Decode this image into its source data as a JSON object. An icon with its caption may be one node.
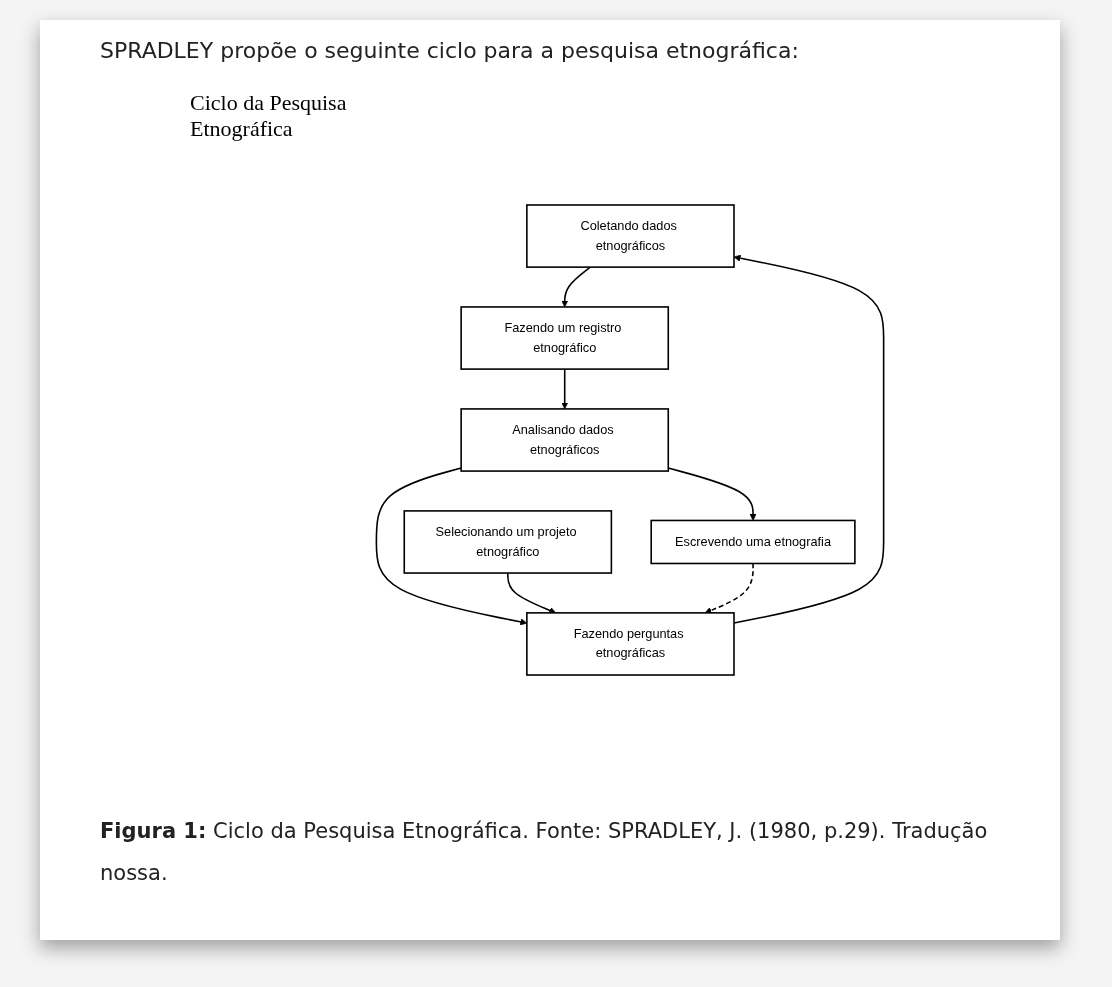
{
  "diagram": {
    "title": "SPRADLEY propõe o seguinte ciclo para a pesquisa etnográfica:",
    "caption": "**Figura 1:** Ciclo da Pesquisa Etnográfica. Fonte: SPRADLEY, J. (1980, p.29). Tradução nossa.",
    "nodes": [
      {
        "text": [
          "Coletando dados etnográficos"
        ]
      },
      {
        "text": [
          "Fazendo um registro etnográfico"
        ]
      },
      {
        "text": [
          "Analisando dados etnográficos"
        ]
      },
      {
        "text": [
          "Fazendo perguntas etnográficas"
        ]
      },
      {
        "text": [
          "Selecionando um projeto etnográfico"
        ]
      },
      {
        "text": [
          "Escrevendo uma etnografia"
        ]
      }
    ],
    "edges": [
      {
        "from": 0,
        "to": 1,
        "arrow": "to"
      },
      {
        "from": 1,
        "to": 2,
        "arrow": "to"
      },
      {
        "from": 2,
        "to": 3,
        "arrow": "to"
      },
      {
        "from": 3,
        "to": 0,
        "arrow": "to"
      },
      {
        "from": 4,
        "to": 3,
        "arrow": "to"
      },
      {
        "from": 2,
        "to": 5,
        "arrow": "to"
      },
      {
        "from": 5,
        "to": 3,
        "arrow": "to",
        "style": "dashed"
      }
    ],
    "labels": [
      "Ciclo da Pesquisa Etnográfica"
    ]
  }
}
